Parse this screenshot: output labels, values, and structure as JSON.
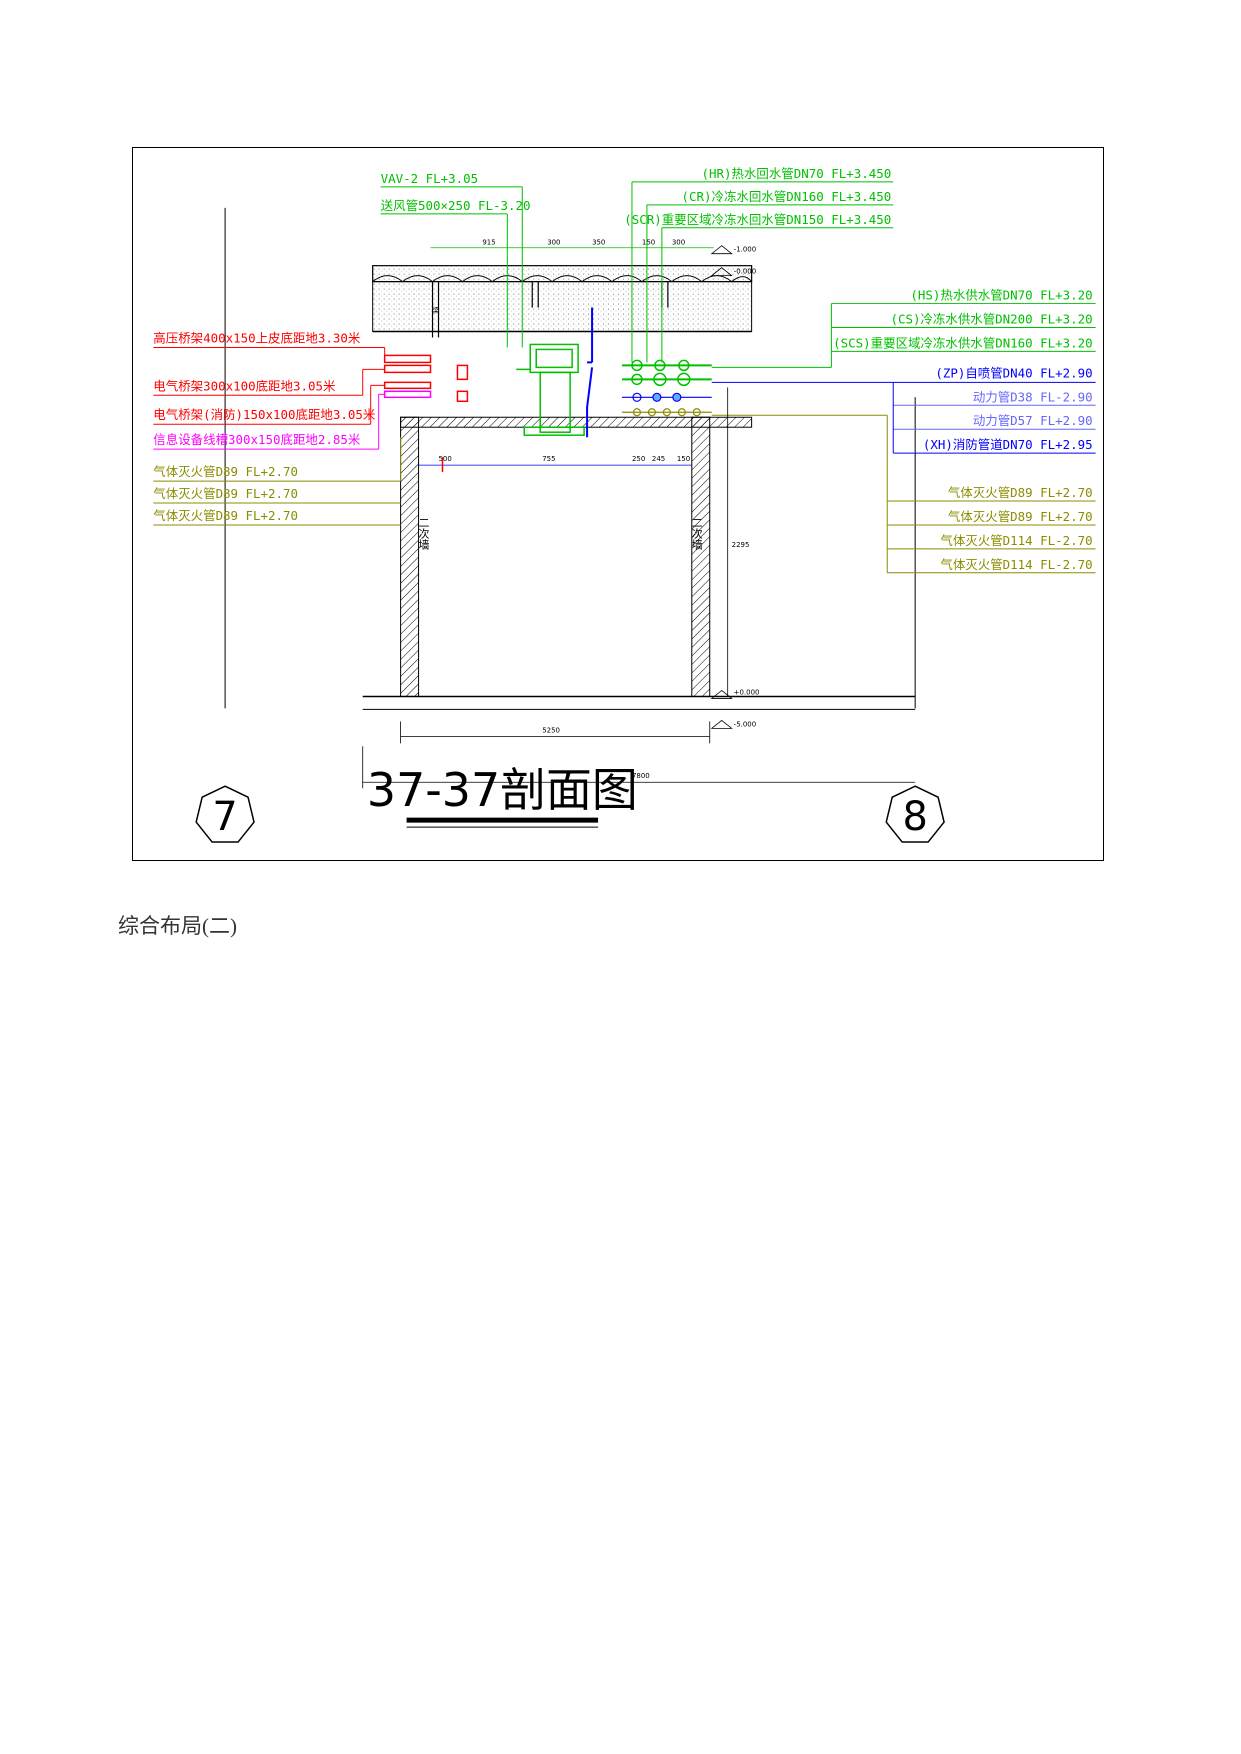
{
  "drawing": {
    "title": "37-37剖面图",
    "axis_left": "7",
    "axis_right": "8",
    "top_labels": [
      "VAV-2  FL+3.05",
      "送风管500×250 FL-3.20"
    ],
    "top_right_labels": [
      "(HR)热水回水管DN70 FL+3.450",
      "(CR)冷冻水回水管DN160 FL+3.450",
      "(SCR)重要区域冷冻水回水管DN150 FL+3.450"
    ],
    "right_labels_1": [
      "(HS)热水供水管DN70 FL+3.20",
      "(CS)冷冻水供水管DN200 FL+3.20",
      "(SCS)重要区域冷冻水供水管DN160 FL+3.20"
    ],
    "right_labels_2": [
      "(ZP)自喷管DN40 FL+2.90",
      "动力管D38  FL-2.90",
      "动力管D57  FL+2.90",
      "(XH)消防管道DN70 FL+2.95"
    ],
    "right_labels_3": [
      "气体灭火管D89 FL+2.70",
      "气体灭火管D89 FL+2.70",
      "气体灭火管D114 FL-2.70",
      "气体灭火管D114 FL-2.70"
    ],
    "left_labels_red": [
      "高压桥架400x150上皮底距地3.30米",
      "电气桥架300x100底距地3.05米",
      "电气桥架(消防)150x100底距地3.05米"
    ],
    "left_label_magenta": "信息设备线槽300x150底距地2.85米",
    "left_labels_olive": [
      "气体灭火管D89 FL+2.70",
      "气体灭火管D89 FL+2.70",
      "气体灭火管D89 FL+2.70"
    ],
    "wall_label": "二次墙",
    "beam_label": "梁",
    "dim_top": [
      "915",
      "300",
      "350",
      "150",
      "300"
    ],
    "dim_inner": [
      "500",
      "755",
      "250",
      "245",
      "150"
    ],
    "dim_bottom_inner": "5250",
    "dim_bottom_total": "7800",
    "dim_height": "2295",
    "level_labels": [
      "-1.000",
      "-0.000",
      "+0.000",
      "-5.000"
    ],
    "colors": {
      "green": "#00c000",
      "red": "#ff0000",
      "magenta": "#ff00ff",
      "olive": "#8c8c00",
      "blue": "#0000ff",
      "lightblue": "#6666ff",
      "dark": "#000000"
    }
  },
  "caption": "综合布局(二)"
}
